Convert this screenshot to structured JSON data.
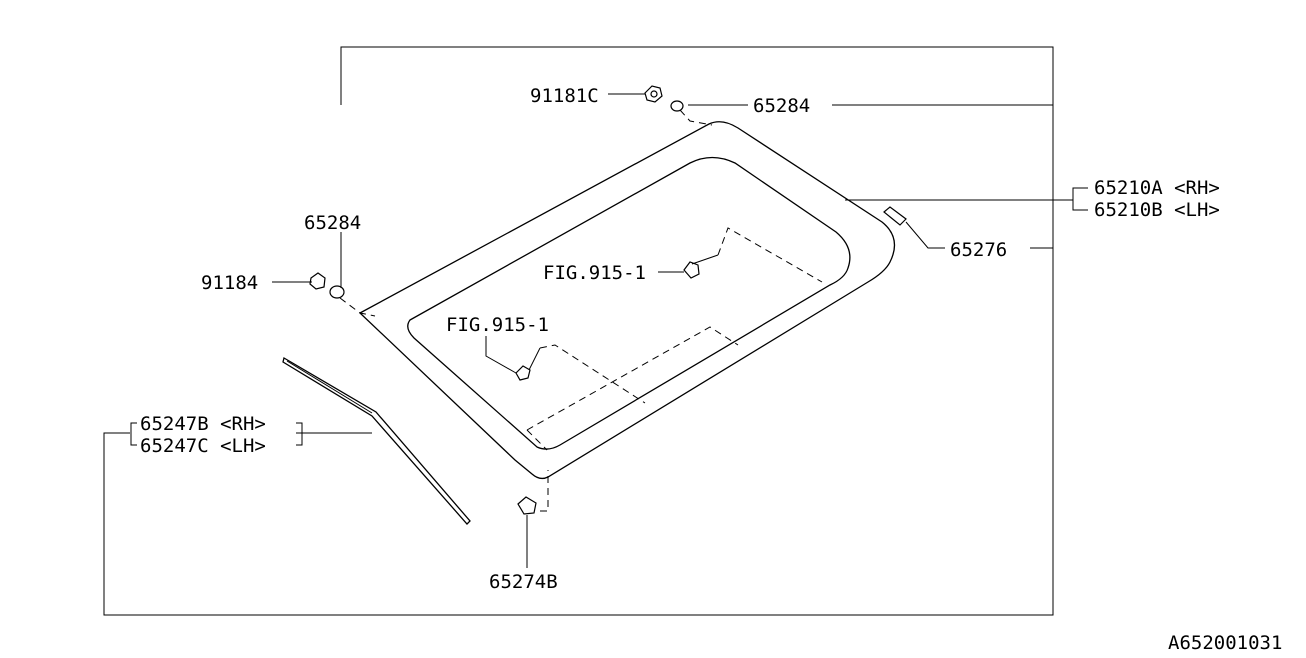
{
  "diagram": {
    "figure_code": "A652001031",
    "labels": {
      "clip_91181c": "91181C",
      "grommet_top": "65284",
      "glass_rh": "65210A <RH>",
      "glass_lh": "65210B <LH>",
      "dam_65276": "65276",
      "grommet_left": "65284",
      "clip_91184": "91184",
      "fig_ref_upper": "FIG.915-1",
      "fig_ref_lower": "FIG.915-1",
      "molding_rh": "65247B <RH>",
      "molding_lh": "65247C <LH>",
      "clip_65274b": "65274B"
    }
  }
}
